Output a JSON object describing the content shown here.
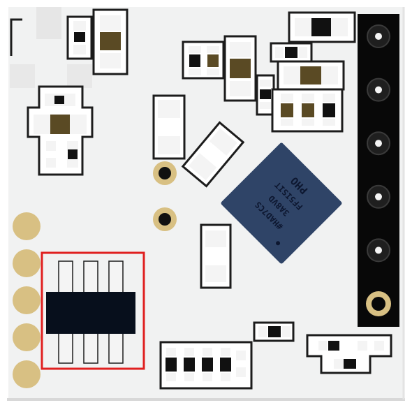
{
  "board": {
    "pcb_color": "#f1f2f2",
    "silkscreen_color": "#1c1c1c",
    "pad_color": "#f4f4f4",
    "gold_color": "#d8c083",
    "header_color": "#080808",
    "chip_color": "#2f4467",
    "resistor_body_color": "#5a4a24",
    "highlight_color": "#e02020"
  },
  "ic_chip": {
    "name": "qfn-ic",
    "lines": [
      "PHO",
      "FF5ISIT",
      "3A8VD",
      "#HAD7CS"
    ]
  },
  "header_pins": {
    "count": 6
  },
  "edge_pads": {
    "count": 5
  },
  "highlight": {
    "name": "sot23-highlight-box",
    "color": "#e02020"
  }
}
